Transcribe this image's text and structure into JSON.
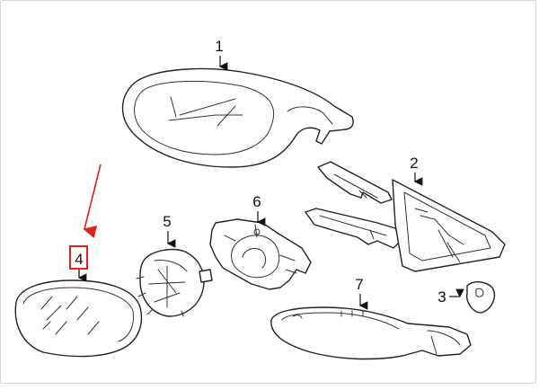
{
  "callouts": [
    {
      "id": "1",
      "label": "1"
    },
    {
      "id": "2",
      "label": "2"
    },
    {
      "id": "3",
      "label": "3"
    },
    {
      "id": "4",
      "label": "4"
    },
    {
      "id": "5",
      "label": "5"
    },
    {
      "id": "6",
      "label": "6"
    },
    {
      "id": "7",
      "label": "7"
    }
  ],
  "highlight": {
    "callout": "4",
    "color": "#e0201b"
  },
  "colors": {
    "line": "#222222",
    "background": "#ffffff",
    "frame": "#d7d7d7"
  }
}
